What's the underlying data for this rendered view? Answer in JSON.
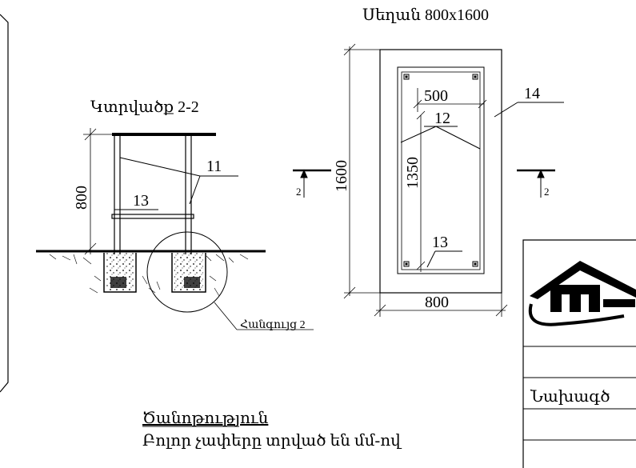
{
  "section": {
    "title": "Կտրվածք 2-2",
    "height_dim": "800",
    "label_11": "11",
    "label_13": "13",
    "node_callout": "Հանգույց 2"
  },
  "plan": {
    "title": "Սեղան 800x1600",
    "width_dim": "800",
    "height_dim": "1600",
    "inner_width_dim": "500",
    "inner_height_dim": "1350",
    "label_12": "12",
    "label_13": "13",
    "label_14": "14",
    "cut_left": "2",
    "cut_right": "2"
  },
  "title_block": {
    "row_label": "Նախագծ"
  },
  "notes": {
    "heading": "Ծանոթություն",
    "text": "Բոլոր չափերը տրված են մմ-ով"
  }
}
